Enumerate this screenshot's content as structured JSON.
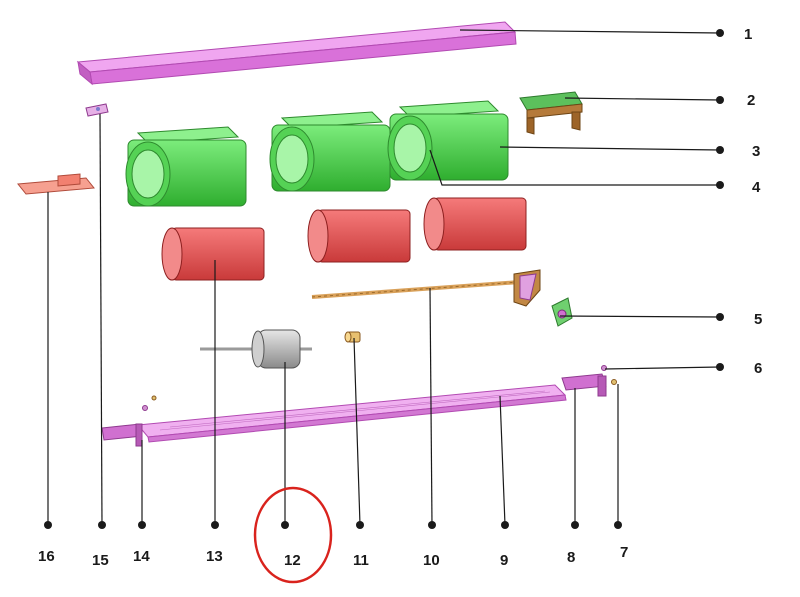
{
  "diagram": {
    "type": "exploded-parts-diagram",
    "callouts": [
      "1",
      "2",
      "3",
      "4",
      "5",
      "6",
      "7",
      "8",
      "9",
      "10",
      "11",
      "12",
      "13",
      "14",
      "15",
      "16"
    ],
    "highlighted_callout": "12",
    "colors": {
      "magenta_part": "#e58be5",
      "green_part": "#5fd65f",
      "red_part": "#ef5a5a",
      "brown_part": "#b57a3a",
      "salmon_part": "#f2907a",
      "motor_grey": "#b9b9b9",
      "highlight_ring": "#d9231d",
      "leader": "#1a1a1a"
    }
  }
}
